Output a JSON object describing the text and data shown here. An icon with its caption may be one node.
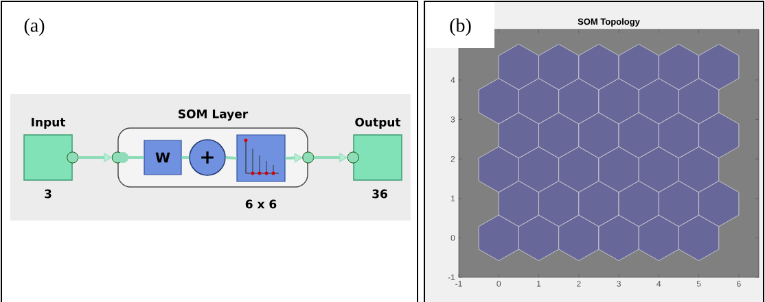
{
  "diagram": {
    "nodes": [
      {
        "text": [
          "Input"
        ],
        "beside": [
          "3"
        ]
      },
      {
        "text": [
          "SOM Layer"
        ],
        "beside": [
          "6 x 6"
        ]
      },
      {
        "text": [
          "W"
        ],
        "in": 1
      },
      {
        "text": [
          "+"
        ],
        "in": 1
      },
      {
        "text": [],
        "shape": "box",
        "in": 1
      },
      {
        "text": [
          "Output"
        ],
        "beside": [
          "36"
        ]
      }
    ],
    "edges": [
      {
        "from": 0,
        "to": 1,
        "arrow": "to"
      },
      {
        "from": 1,
        "to": 2,
        "arrow": "other"
      },
      {
        "from": 2,
        "to": 3,
        "arrow": "none"
      },
      {
        "from": 3,
        "to": 4,
        "arrow": "none"
      },
      {
        "from": 4,
        "to": 1,
        "arrow": "to"
      },
      {
        "from": 1,
        "to": 5,
        "arrow": "to"
      }
    ],
    "labels": [
      "(a)",
      "(b)",
      "SOM Topology",
      "4",
      "3",
      "2",
      "1",
      "0",
      "-1",
      "-1",
      "0",
      "1",
      "2",
      "3",
      "4",
      "5",
      "6"
    ]
  }
}
